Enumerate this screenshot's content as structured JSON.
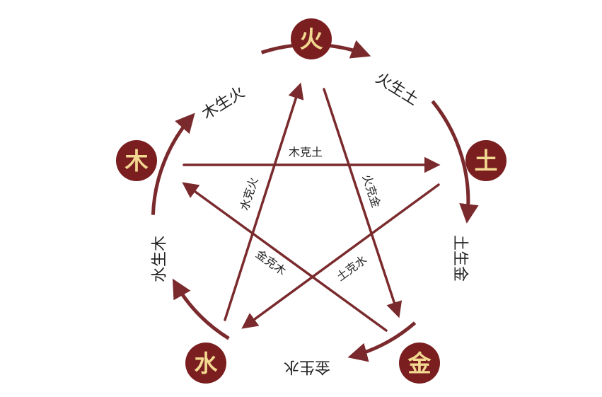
{
  "colors": {
    "circle": "#7a2a2c",
    "node_fill": "#7a1e20",
    "node_text": "#f2d890",
    "label_text": "#222222",
    "background": "#ffffff"
  },
  "elements": {
    "fire": "火",
    "earth": "土",
    "metal": "金",
    "water": "水",
    "wood": "木"
  },
  "generating": {
    "wood_fire": "木生火",
    "fire_earth": "火生土",
    "earth_metal": "土生金",
    "metal_water": "金生水",
    "water_wood": "水生木"
  },
  "overcoming": {
    "wood_earth": "木克土",
    "fire_metal": "火克金",
    "earth_water": "土克水",
    "metal_wood": "金克木",
    "water_fire": "水克火"
  }
}
